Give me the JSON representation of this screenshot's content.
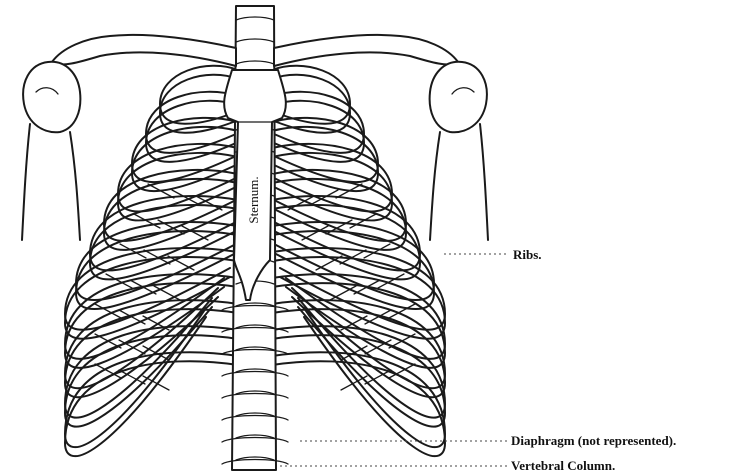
{
  "figure": {
    "sternum_label": "Sternum.",
    "labels": {
      "ribs": "Ribs.",
      "diaphragm": "Diaphragm (not represented).",
      "vertebral_column": "Vertebral Column."
    }
  }
}
